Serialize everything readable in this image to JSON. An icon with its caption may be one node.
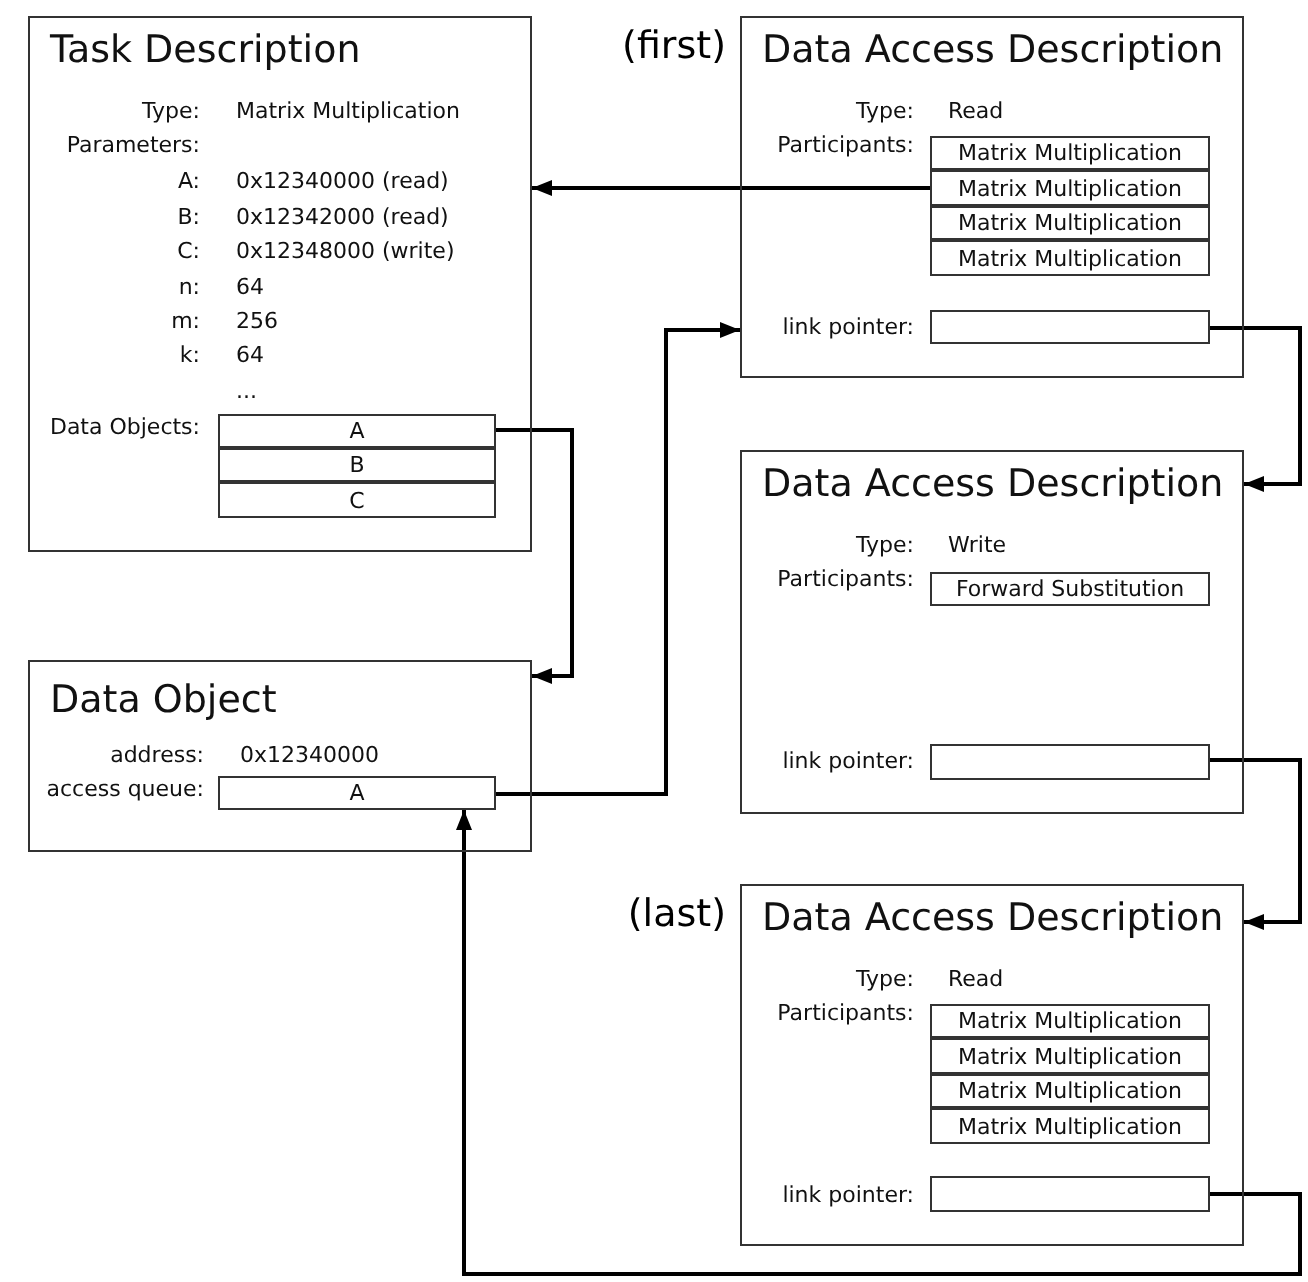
{
  "diagram": {
    "nodes": [
      {
        "text": [
          "Task Description",
          "Type:",
          "Matrix Multiplication",
          "Parameters:",
          "A:",
          "0x12340000 (read)",
          "B:",
          "0x12342000 (read)",
          "C:",
          "0x12348000 (write)",
          "n:",
          "64",
          "m:",
          "256",
          "k:",
          "64",
          "...",
          "Data Objects:"
        ]
      },
      {
        "text": [
          "A"
        ],
        "in": 0
      },
      {
        "text": [
          "B"
        ],
        "in": 0
      },
      {
        "text": [
          "C"
        ],
        "in": 0
      },
      {
        "text": [
          "Data Access Description",
          "Type:",
          "Read",
          "Participants:",
          "link pointer:"
        ],
        "beside": [
          "(first)"
        ]
      },
      {
        "text": [
          "Matrix Multiplication"
        ],
        "in": 4
      },
      {
        "text": [
          "Matrix Multiplication"
        ],
        "in": 4
      },
      {
        "text": [
          "Matrix Multiplication"
        ],
        "in": 4
      },
      {
        "text": [
          "Matrix Multiplication"
        ],
        "in": 4
      },
      {
        "text": [],
        "shape": "box",
        "in": 4
      },
      {
        "text": [
          "Data Object",
          "address:",
          "0x12340000",
          "access queue:"
        ]
      },
      {
        "text": [
          "A"
        ],
        "in": 10
      },
      {
        "text": [
          "Data Access Description",
          "Type:",
          "Write",
          "Participants:",
          "link pointer:"
        ]
      },
      {
        "text": [
          "Forward Substitution"
        ],
        "in": 12
      },
      {
        "text": [],
        "shape": "box",
        "in": 12
      },
      {
        "text": [
          "Data Access Description",
          "Type:",
          "Read",
          "Participants:",
          "link pointer:"
        ],
        "beside": [
          "(last)"
        ]
      },
      {
        "text": [
          "Matrix Multiplication"
        ],
        "in": 15
      },
      {
        "text": [
          "Matrix Multiplication"
        ],
        "in": 15
      },
      {
        "text": [
          "Matrix Multiplication"
        ],
        "in": 15
      },
      {
        "text": [
          "Matrix Multiplication"
        ],
        "in": 15
      },
      {
        "text": [],
        "shape": "box",
        "in": 15
      }
    ],
    "edges": [
      {
        "from": 6,
        "to": 0,
        "arrow": "to"
      },
      {
        "from": 1,
        "to": 10,
        "arrow": "to"
      },
      {
        "from": 11,
        "to": 4,
        "arrow": "to"
      },
      {
        "from": 9,
        "to": 12,
        "arrow": "to"
      },
      {
        "from": 14,
        "to": 15,
        "arrow": "to"
      },
      {
        "from": 20,
        "to": 11,
        "arrow": "to"
      }
    ]
  }
}
